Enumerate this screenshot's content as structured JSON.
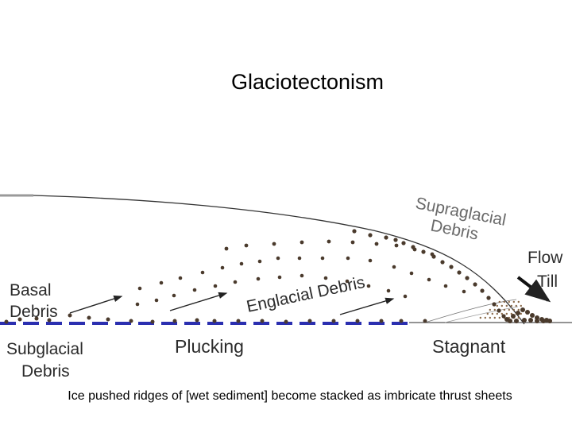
{
  "title": "Glaciotectonism",
  "caption": "Ice pushed ridges of [wet sediment] become stacked as imbricate thrust sheets",
  "labels": {
    "supraglacial_line1": "Supraglacial",
    "supraglacial_line2": "Debris",
    "flow_line1": "Flow",
    "flow_line2": "Till",
    "basal_line1": "Basal",
    "basal_line2": "Debris",
    "englacial": "Englacial Debris",
    "subglacial_line1": "Subglacial",
    "subglacial_line2": "Debris",
    "plucking": "Plucking",
    "stagnant": "Stagnant"
  },
  "colors": {
    "debris_dot": "#4a3a2c",
    "base_dashed_line": "#2b2fb0",
    "ice_surface": "#333333",
    "till_dot": "#8a6a4a"
  }
}
